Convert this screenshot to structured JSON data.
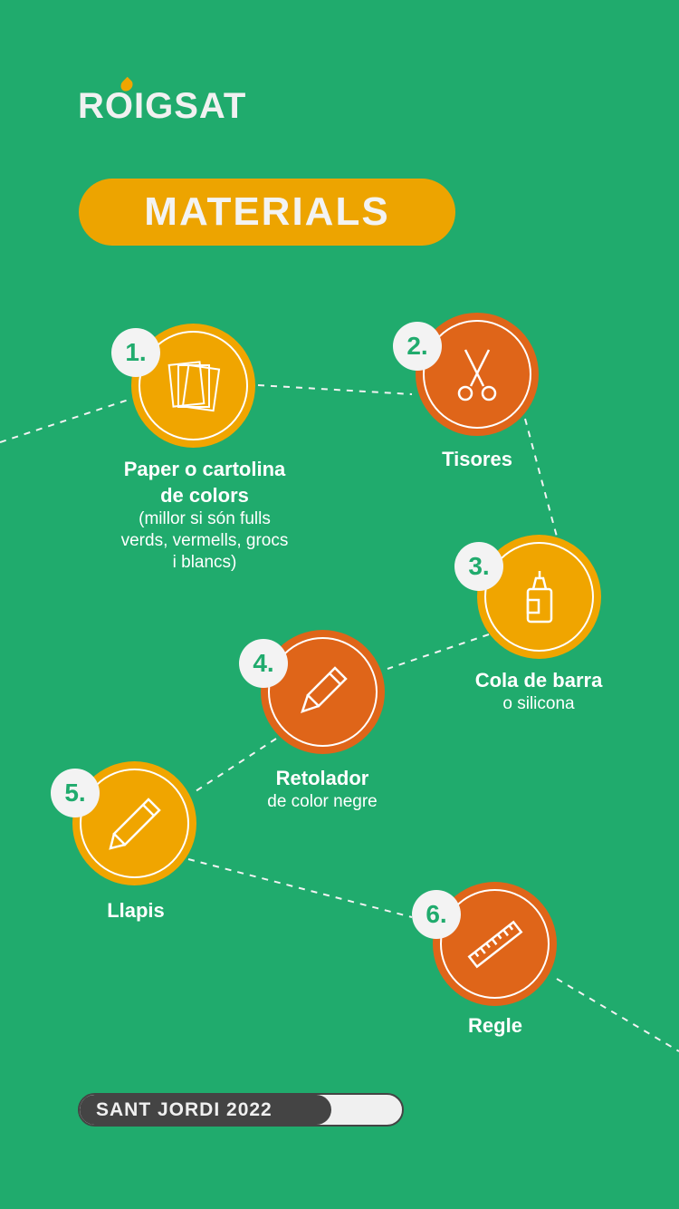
{
  "brand": {
    "logo": "ROIGSAT"
  },
  "title": "MATERIALS",
  "items": [
    {
      "num": "1.",
      "name": "Paper o cartolina",
      "name2": "de colors",
      "note": [
        "(millor si són fulls",
        "verds, vermells, grocs",
        "i blancs)"
      ],
      "icon": "paper-icon",
      "color": "#f0a500"
    },
    {
      "num": "2.",
      "name": "Tisores",
      "icon": "scissors-icon",
      "color": "#df6519"
    },
    {
      "num": "3.",
      "name": "Cola de barra",
      "note": [
        "o silicona"
      ],
      "icon": "glue-icon",
      "color": "#f0a500"
    },
    {
      "num": "4.",
      "name": "Retolador",
      "note": [
        "de color negre"
      ],
      "icon": "marker-icon",
      "color": "#df6519"
    },
    {
      "num": "5.",
      "name": "Llapis",
      "icon": "pencil-icon",
      "color": "#f0a500"
    },
    {
      "num": "6.",
      "name": "Regle",
      "icon": "ruler-icon",
      "color": "#df6519"
    }
  ],
  "footer": {
    "label": "SANT JORDI 2022",
    "progress": 0.78
  }
}
